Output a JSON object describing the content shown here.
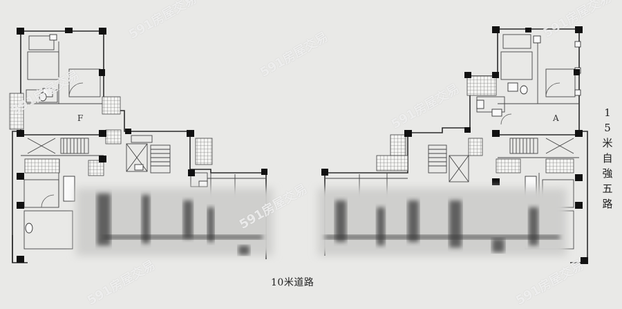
{
  "labels": {
    "unit_left": "F",
    "unit_right": "A"
  },
  "roads": {
    "bottom": "10米道路",
    "right": "15米自強五路"
  },
  "watermark": "591房屋交易",
  "colors": {
    "background": "#e9e9e7",
    "walls": "#2b2b2b",
    "columns": "#111111"
  }
}
